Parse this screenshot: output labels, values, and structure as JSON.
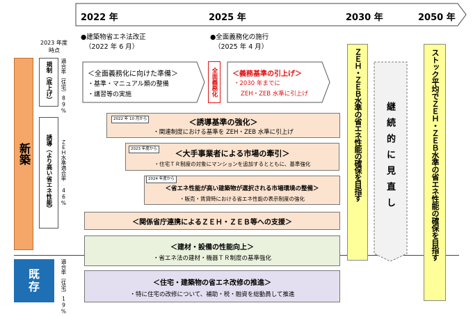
{
  "timeline": {
    "years": [
      "2022 年",
      "2025 年",
      "2030 年",
      "2050 年"
    ],
    "baseline_top": "2023 年度",
    "baseline_bottom": "時点"
  },
  "events": {
    "e1_title": "●建築物省エネ法改正",
    "e1_date": "（2022 年 6 月）",
    "e2_title": "●全面義務化の施行",
    "e2_date": "（2025 年 4 月）"
  },
  "sections": {
    "new_label": "新築",
    "existing_label": "既存",
    "regulation_label": "規制（底上げ）",
    "guidance_label": "誘導（より高い省エネ性能）"
  },
  "rates": {
    "regulation_rate": "適合率（住宅）89%",
    "zeh_rate": "ＺＥＨ水準適合率 46%",
    "existing_rate": "適合率（住宅）19%"
  },
  "boxes": {
    "prep_title": "＜全面義務化に向けた準備＞",
    "prep_b1": "・基準・マニュアル類の整備",
    "prep_b2": "・講習等の実施",
    "mandate": "全面義務化",
    "raise_title": "＜義務基準の引上げ＞",
    "raise_b1": "・2030 年までに",
    "raise_b2": "ZEH・ZEB 水準に引上げ",
    "g1_tag": "2022 年 10 月から",
    "g1_title": "＜誘導基準の強化＞",
    "g1_sub": "・関連制度における基準を ZEH・ZEB 水準に引上げ",
    "g2_tag": "2023 年度から",
    "g2_title": "＜大手事業者による市場の牽引＞",
    "g2_sub": "・住宅ＴＲ制度の対象にマンションを追加するとともに、基準強化",
    "g3_tag": "2024 年度から",
    "g3_title": "＜省エネ性能が高い建築物が選択される市場環境の整備＞",
    "g3_sub": "・販売・賃貸時における省エネ性能の表示制度の強化",
    "g4_title": "＜関係省庁連携によるＺＥＨ・ＺＥＢ等への支援＞",
    "g5_title": "＜建材・設備の性能向上＞",
    "g5_sub": "・省エネ法の建材・機器ＴＲ制度の基準強化",
    "g6_title": "＜住宅・建築物の省エネ改修の推進＞",
    "g6_sub": "・特に住宅の改修について、補助・税・融資を総動員して推進"
  },
  "vertical": {
    "v2030": "ＺＥＨ・ＺＥＢ水準の省エネ性能の確保を目指す",
    "review": "継続的に見直し",
    "v2050": "ストック平均でＺＥＨ・ＺＥＢ水準の省エネ性能の確保を目指す"
  },
  "colors": {
    "orange": "#f5a76a",
    "blue": "#1f6fb4",
    "yellow": "#ffff99",
    "red": "#e01010"
  }
}
